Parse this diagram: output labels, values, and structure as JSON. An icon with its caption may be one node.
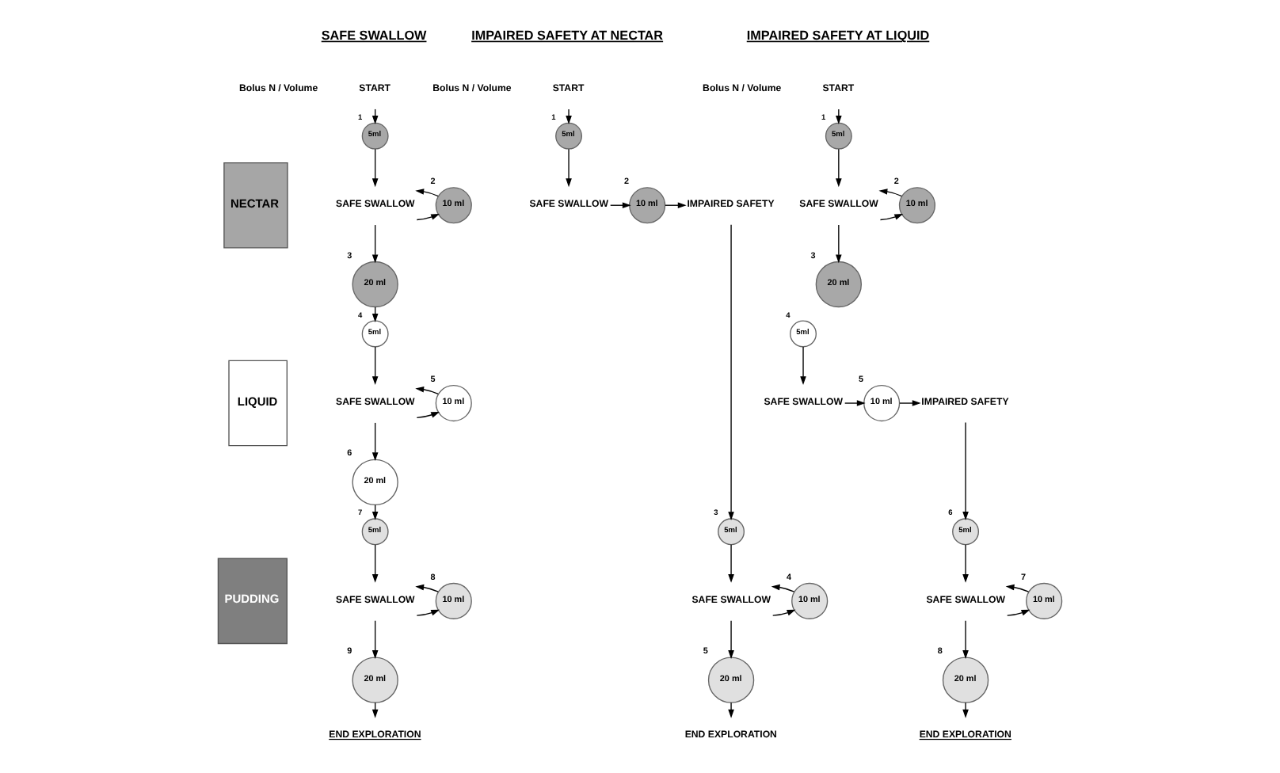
{
  "diagram": {
    "nodes": [
      {
        "text": [
          "NECTAR"
        ]
      },
      {
        "text": [
          "LIQUID"
        ]
      },
      {
        "text": [
          "PUDDING"
        ]
      },
      {
        "text": [
          "START"
        ]
      },
      {
        "text": [
          "5ml"
        ],
        "beside": [
          "1"
        ]
      },
      {
        "text": [
          "SAFE SWALLOW"
        ]
      },
      {
        "text": [
          "10 ml"
        ],
        "beside": [
          "2"
        ]
      },
      {
        "text": [
          "20 ml"
        ],
        "beside": [
          "3"
        ]
      },
      {
        "text": [
          "5ml"
        ],
        "beside": [
          "4"
        ]
      },
      {
        "text": [
          "SAFE SWALLOW"
        ]
      },
      {
        "text": [
          "10 ml"
        ],
        "beside": [
          "5"
        ]
      },
      {
        "text": [
          "20 ml"
        ],
        "beside": [
          "6"
        ]
      },
      {
        "text": [
          "5ml"
        ],
        "beside": [
          "7"
        ]
      },
      {
        "text": [
          "SAFE SWALLOW"
        ]
      },
      {
        "text": [
          "10 ml"
        ],
        "beside": [
          "8"
        ]
      },
      {
        "text": [
          "20 ml"
        ],
        "beside": [
          "9"
        ]
      },
      {
        "text": [
          "END EXPLORATION"
        ]
      },
      {
        "text": [
          "START"
        ]
      },
      {
        "text": [
          "5ml"
        ],
        "beside": [
          "1"
        ]
      },
      {
        "text": [
          "SAFE SWALLOW"
        ]
      },
      {
        "text": [
          "10 ml"
        ],
        "beside": [
          "2"
        ]
      },
      {
        "text": [
          "IMPAIRED SAFETY"
        ]
      },
      {
        "text": [
          "5ml"
        ],
        "beside": [
          "3"
        ]
      },
      {
        "text": [
          "SAFE SWALLOW"
        ]
      },
      {
        "text": [
          "10 ml"
        ],
        "beside": [
          "4"
        ]
      },
      {
        "text": [
          "20 ml"
        ],
        "beside": [
          "5"
        ]
      },
      {
        "text": [
          "END EXPLORATION"
        ]
      },
      {
        "text": [
          "START"
        ]
      },
      {
        "text": [
          "5ml"
        ],
        "beside": [
          "1"
        ]
      },
      {
        "text": [
          "SAFE SWALLOW"
        ]
      },
      {
        "text": [
          "10 ml"
        ],
        "beside": [
          "2"
        ]
      },
      {
        "text": [
          "20 ml"
        ],
        "beside": [
          "3"
        ]
      },
      {
        "text": [
          "5ml"
        ],
        "beside": [
          "4"
        ]
      },
      {
        "text": [
          "SAFE SWALLOW"
        ]
      },
      {
        "text": [
          "10 ml"
        ],
        "beside": [
          "5"
        ]
      },
      {
        "text": [
          "IMPAIRED SAFETY"
        ]
      },
      {
        "text": [
          "5ml"
        ],
        "beside": [
          "6"
        ]
      },
      {
        "text": [
          "SAFE SWALLOW"
        ]
      },
      {
        "text": [
          "10 ml"
        ],
        "beside": [
          "7"
        ]
      },
      {
        "text": [
          "20 ml"
        ],
        "beside": [
          "8"
        ]
      },
      {
        "text": [
          "END EXPLORATION"
        ]
      }
    ],
    "edges": [
      {
        "from": 3,
        "to": 4,
        "arrow": "to"
      },
      {
        "from": 4,
        "to": 5,
        "arrow": "to"
      },
      {
        "from": 5,
        "to": 6,
        "arrow": "to"
      },
      {
        "from": 6,
        "to": 5,
        "arrow": "to"
      },
      {
        "from": 5,
        "to": 7,
        "arrow": "to"
      },
      {
        "from": 7,
        "to": 8,
        "arrow": "to"
      },
      {
        "from": 8,
        "to": 9,
        "arrow": "to"
      },
      {
        "from": 9,
        "to": 10,
        "arrow": "to"
      },
      {
        "from": 10,
        "to": 9,
        "arrow": "to"
      },
      {
        "from": 9,
        "to": 11,
        "arrow": "to"
      },
      {
        "from": 11,
        "to": 12,
        "arrow": "to"
      },
      {
        "from": 12,
        "to": 13,
        "arrow": "to"
      },
      {
        "from": 13,
        "to": 14,
        "arrow": "to"
      },
      {
        "from": 14,
        "to": 13,
        "arrow": "to"
      },
      {
        "from": 13,
        "to": 15,
        "arrow": "to"
      },
      {
        "from": 15,
        "to": 16,
        "arrow": "to"
      },
      {
        "from": 17,
        "to": 18,
        "arrow": "to"
      },
      {
        "from": 18,
        "to": 19,
        "arrow": "to"
      },
      {
        "from": 19,
        "to": 20,
        "arrow": "to"
      },
      {
        "from": 20,
        "to": 21,
        "arrow": "to"
      },
      {
        "from": 21,
        "to": 22,
        "arrow": "to"
      },
      {
        "from": 22,
        "to": 23,
        "arrow": "to"
      },
      {
        "from": 23,
        "to": 24,
        "arrow": "to"
      },
      {
        "from": 24,
        "to": 23,
        "arrow": "to"
      },
      {
        "from": 23,
        "to": 25,
        "arrow": "to"
      },
      {
        "from": 25,
        "to": 26,
        "arrow": "to"
      },
      {
        "from": 27,
        "to": 28,
        "arrow": "to"
      },
      {
        "from": 28,
        "to": 29,
        "arrow": "to"
      },
      {
        "from": 29,
        "to": 30,
        "arrow": "to"
      },
      {
        "from": 30,
        "to": 29,
        "arrow": "to"
      },
      {
        "from": 29,
        "to": 31,
        "arrow": "to"
      },
      {
        "from": 32,
        "to": 33,
        "arrow": "to"
      },
      {
        "from": 33,
        "to": 34,
        "arrow": "to"
      },
      {
        "from": 34,
        "to": 35,
        "arrow": "to"
      },
      {
        "from": 35,
        "to": 36,
        "arrow": "to"
      },
      {
        "from": 36,
        "to": 37,
        "arrow": "to"
      },
      {
        "from": 37,
        "to": 38,
        "arrow": "to"
      },
      {
        "from": 38,
        "to": 37,
        "arrow": "to"
      },
      {
        "from": 37,
        "to": 39,
        "arrow": "to"
      },
      {
        "from": 39,
        "to": 40,
        "arrow": "to"
      }
    ],
    "labels": [
      "SAFE SWALLOW",
      "IMPAIRED SAFETY AT NECTAR",
      "IMPAIRED SAFETY AT LIQUID",
      "Bolus N / Volume",
      "Bolus N / Volume",
      "Bolus N / Volume"
    ]
  }
}
